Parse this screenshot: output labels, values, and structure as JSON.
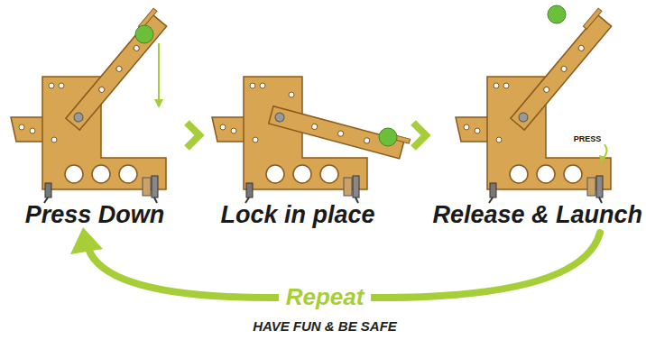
{
  "diagram": {
    "labels": [
      "Press Down",
      "Lock in place",
      "Release & Launch",
      "Repeat",
      "HAVE FUN & BE SAFE",
      "PRESS"
    ]
  }
}
